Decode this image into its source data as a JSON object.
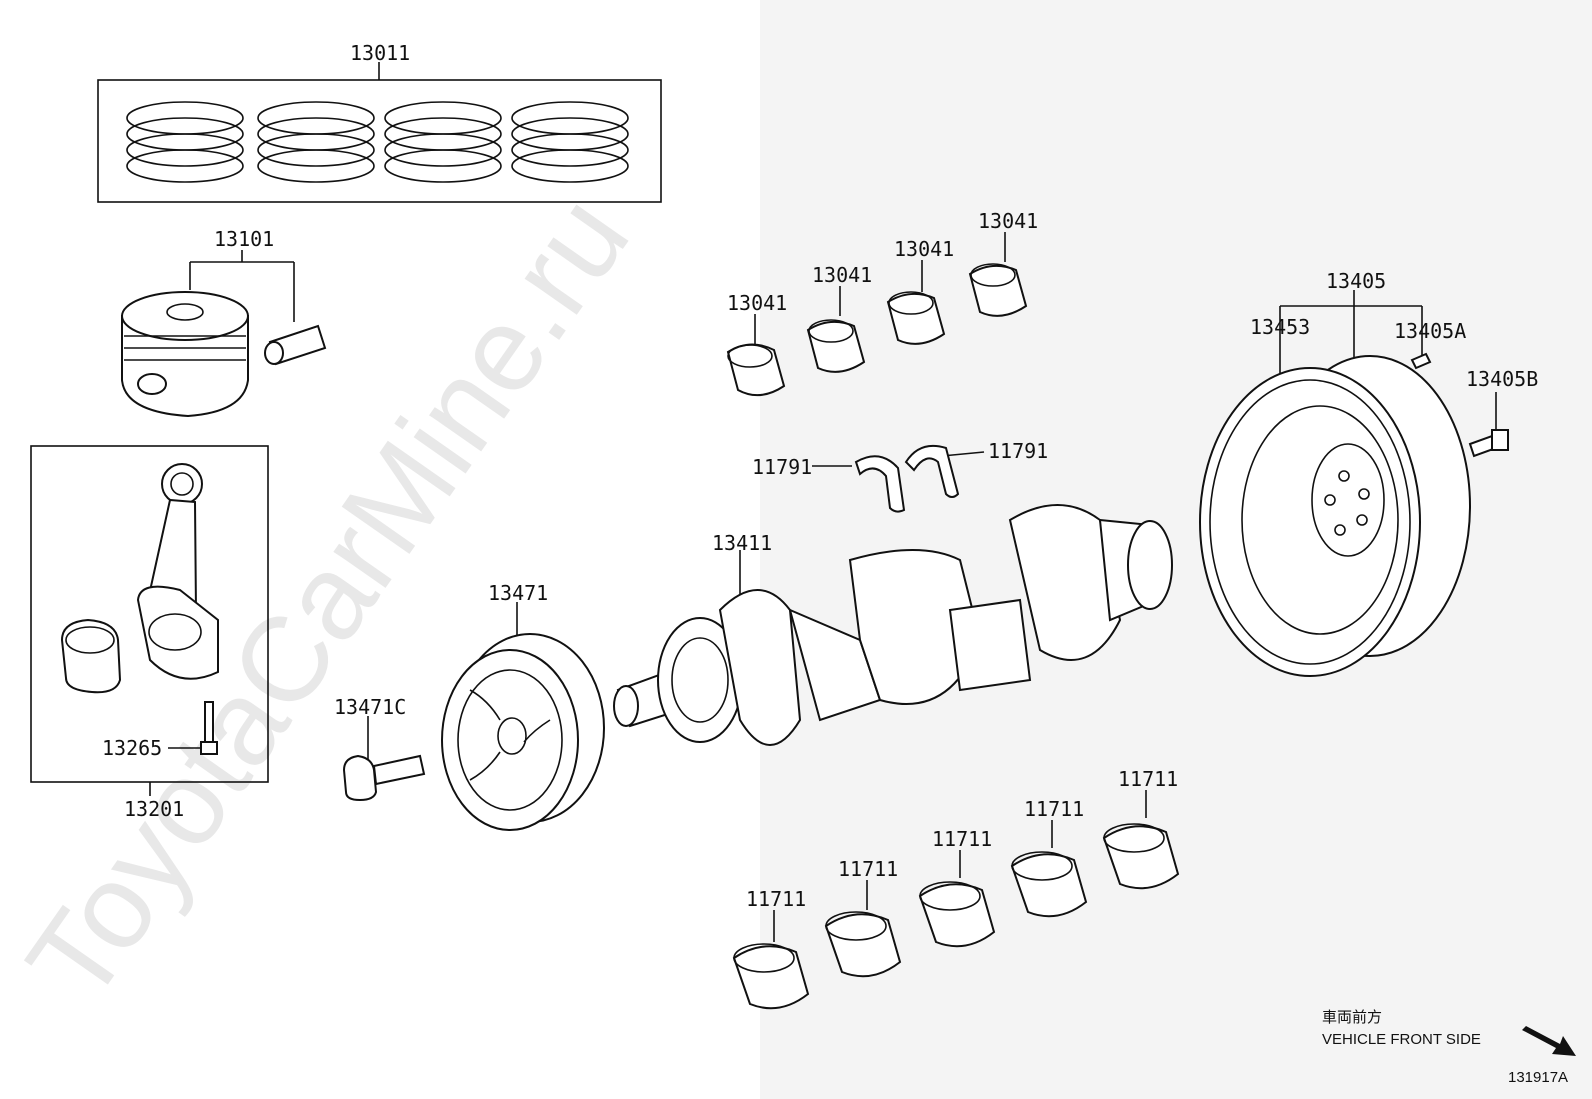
{
  "watermark": "ToyotaCarMine.ru",
  "labels": {
    "p13011": "13011",
    "p13101": "13101",
    "p13201": "13201",
    "p13265": "13265",
    "p13471C": "13471C",
    "p13471": "13471",
    "p13411": "13411",
    "p13041a": "13041",
    "p13041b": "13041",
    "p13041c": "13041",
    "p13041d": "13041",
    "p11791a": "11791",
    "p11791b": "11791",
    "p13405": "13405",
    "p13453": "13453",
    "p13405A": "13405A",
    "p13405B": "13405B",
    "p11711a": "11711",
    "p11711b": "11711",
    "p11711c": "11711",
    "p11711d": "11711",
    "p11711e": "11711"
  },
  "direction": {
    "japanese": "車両前方",
    "english": "VEHICLE FRONT SIDE"
  },
  "figure_id": "131917A"
}
